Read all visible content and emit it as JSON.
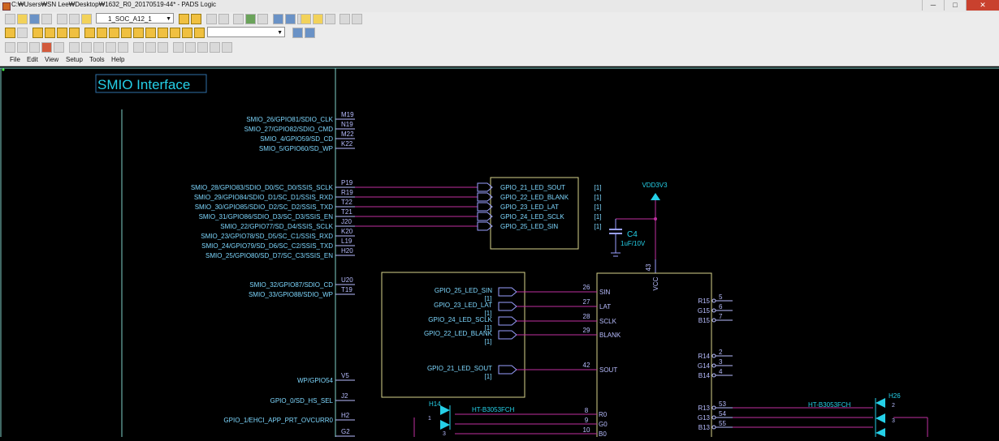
{
  "window": {
    "title": "C:₩Users₩SN Lee₩Desktop₩1632_R0_20170519-44* - PADS Logic"
  },
  "toolbar": {
    "sheet_select": "1_SOC_A12_1"
  },
  "menu": [
    "File",
    "Edit",
    "View",
    "Setup",
    "Tools",
    "Help"
  ],
  "schematic": {
    "heading": "SMIO Interface",
    "soc_signals": [
      {
        "net": "SMIO_26/GPIO81/SDIO_CLK",
        "pin": "M19"
      },
      {
        "net": "SMIO_27/GPIO82/SDIO_CMD",
        "pin": "N19"
      },
      {
        "net": "SMIO_4/GPIO59/SD_CD",
        "pin": "M22"
      },
      {
        "net": "SMIO_5/GPIO60/SD_WP",
        "pin": "K22"
      },
      {
        "net": "SMIO_28/GPIO83/SDIO_D0/SC_D0/SSIS_SCLK",
        "pin": "P19"
      },
      {
        "net": "SMIO_29/GPIO84/SDIO_D1/SC_D1/SSIS_RXD",
        "pin": "R19"
      },
      {
        "net": "SMIO_30/GPIO85/SDIO_D2/SC_D2/SSIS_TXD",
        "pin": "T22"
      },
      {
        "net": "SMIO_31/GPIO86/SDIO_D3/SC_D3/SSIS_EN",
        "pin": "T21"
      },
      {
        "net": "SMIO_22/GPIO77/SD_D4/SSIS_SCLK",
        "pin": "J20"
      },
      {
        "net": "SMIO_23/GPIO78/SD_D5/SC_C1/SSIS_RXD",
        "pin": "K20"
      },
      {
        "net": "SMIO_24/GPIO79/SD_D6/SC_C2/SSIS_TXD",
        "pin": "L19"
      },
      {
        "net": "SMIO_25/GPIO80/SD_D7/SC_C3/SSIS_EN",
        "pin": "H20"
      },
      {
        "net": "SMIO_32/GPIO87/SDIO_CD",
        "pin": "U20"
      },
      {
        "net": "SMIO_33/GPIO88/SDIO_WP",
        "pin": "T19"
      },
      {
        "net": "WP/GPIO54",
        "pin": "V5"
      },
      {
        "net": "GPIO_0/SD_HS_SEL",
        "pin": "J2"
      },
      {
        "net": "GPIO_1/EHCI_APP_PRT_OVCURR0",
        "pin": "H2"
      },
      {
        "net": "",
        "pin": "G2"
      }
    ],
    "offpage_connectors": [
      {
        "net": "GPIO_21_LED_SOUT",
        "ref": "[1]"
      },
      {
        "net": "GPIO_22_LED_BLANK",
        "ref": "[1]"
      },
      {
        "net": "GPIO_23_LED_LAT",
        "ref": "[1]"
      },
      {
        "net": "GPIO_24_LED_SCLK",
        "ref": "[1]"
      },
      {
        "net": "GPIO_25_LED_SIN",
        "ref": "[1]"
      }
    ],
    "power": {
      "label": "VDD3V3",
      "cap_ref": "C4",
      "cap_value": "1uF/10V",
      "vcc_pin": "43",
      "vcc_label": "VCC"
    },
    "led_inputs": [
      {
        "net": "GPIO_25_LED_SIN",
        "ref": "[1]",
        "pin": "26",
        "name": "SIN"
      },
      {
        "net": "GPIO_23_LED_LAT",
        "ref": "[1]",
        "pin": "27",
        "name": "LAT"
      },
      {
        "net": "GPIO_24_LED_SCLK",
        "ref": "[1]",
        "pin": "28",
        "name": "SCLK"
      },
      {
        "net": "GPIO_22_LED_BLANK",
        "ref": "[1]",
        "pin": "29",
        "name": "BLANK"
      },
      {
        "net": "GPIO_21_LED_SOUT",
        "ref": "[1]",
        "pin": "42",
        "name": "SOUT"
      }
    ],
    "rgb_top": [
      {
        "name": "R15",
        "pin": "5"
      },
      {
        "name": "G15",
        "pin": "6"
      },
      {
        "name": "B15",
        "pin": "7"
      },
      {
        "name": "R14",
        "pin": "2"
      },
      {
        "name": "G14",
        "pin": "3"
      },
      {
        "name": "B14",
        "pin": "4"
      },
      {
        "name": "R13",
        "pin": "53"
      },
      {
        "name": "G13",
        "pin": "54"
      },
      {
        "name": "B13",
        "pin": "55"
      }
    ],
    "rgb_left": [
      {
        "name": "R0",
        "pin": "8"
      },
      {
        "name": "G0",
        "pin": "9"
      },
      {
        "name": "B0",
        "pin": "10"
      }
    ],
    "leds": [
      {
        "ref": "H14",
        "part": "HT-B3053FCH",
        "pins": [
          "1",
          "3"
        ]
      },
      {
        "ref": "H26",
        "part": "HT-B3053FCH",
        "pins": [
          "2",
          "3"
        ]
      }
    ]
  },
  "colors": {
    "wire": "#c02fa0",
    "pin": "#b8bdff",
    "label": "#7ed8ff",
    "outline": "#d8d38c",
    "bus": "#7fd0c8",
    "component": "#25d0e8",
    "ground": "#9aa0ff"
  }
}
